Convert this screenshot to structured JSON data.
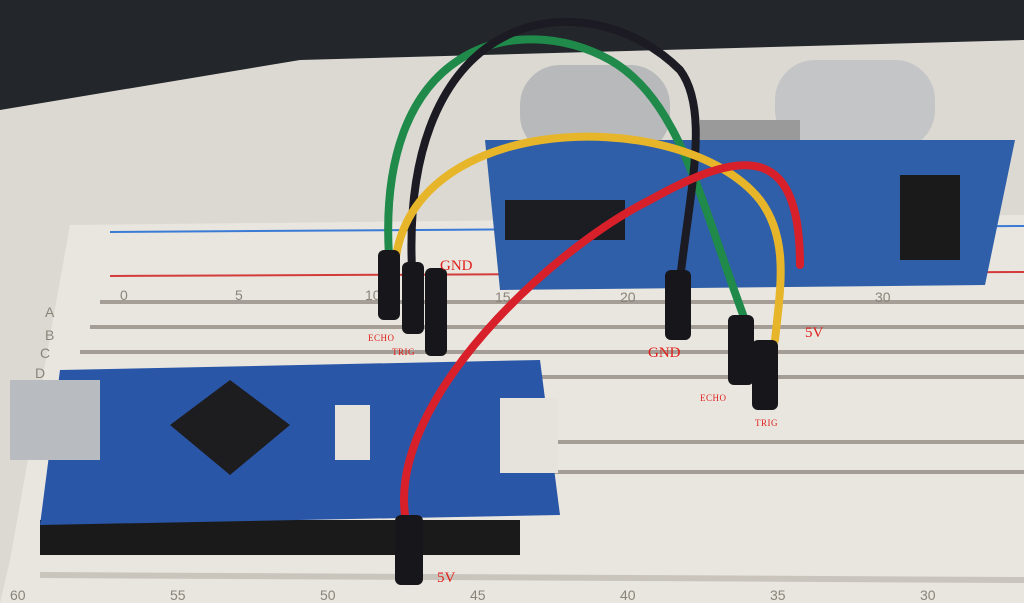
{
  "annotations": {
    "gnd_left": "GND",
    "echo_left": "ECHO",
    "trig_left": "TRIG",
    "gnd_right": "GND",
    "v5_right": "5V",
    "echo_right": "ECHO",
    "trig_right": "TRIG",
    "v5_bottom": "5V"
  },
  "colors": {
    "annotation": "#e0201c",
    "wire_green": "#1f8a4a",
    "wire_black": "#1c1a22",
    "wire_yellow": "#e7b52a",
    "wire_red": "#d8202a",
    "pcb_blue": "#2e5fa8"
  },
  "icons": [
    "breadboard",
    "arduino-nano-board",
    "ultrasonic-sensor",
    "jumper-wires"
  ]
}
